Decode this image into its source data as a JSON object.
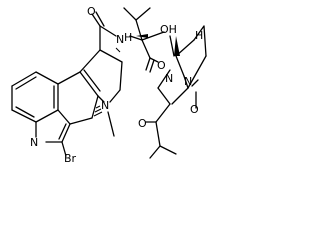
{
  "atoms": {
    "indole_n": "N",
    "bromo": "Br",
    "ergoline_n": "N",
    "amide_n": "N",
    "amide_h": "H",
    "ester_o": "O",
    "hydroxyl": "OH",
    "carbonyl_o1": "O",
    "carbonyl_o2": "O",
    "carbonyl_o3": "O",
    "lactam_n1": "N",
    "lactam_n2": "N",
    "ring_h": "H"
  }
}
